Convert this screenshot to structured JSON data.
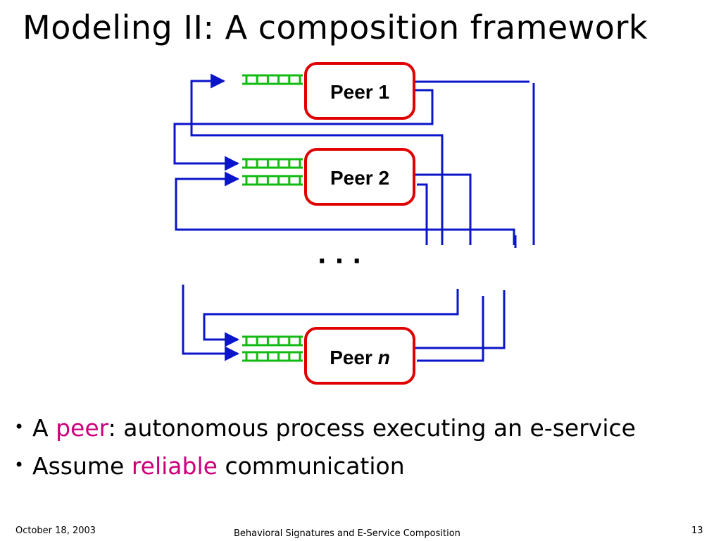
{
  "slide": {
    "title": "Modeling II: A composition framework"
  },
  "diagram": {
    "peers": [
      {
        "label": "Peer",
        "index": "1",
        "italic_index": false
      },
      {
        "label": "Peer",
        "index": "2",
        "italic_index": false
      },
      {
        "label": "Peer",
        "index": "n",
        "italic_index": true
      }
    ],
    "ellipsis": "· · ·",
    "colors": {
      "peer_border": "#e00000",
      "wire": "#0a14c8",
      "queue": "#11bb11"
    }
  },
  "bullets": [
    {
      "pre": "A ",
      "highlight": "peer",
      "post": ": autonomous process executing an e-service"
    },
    {
      "pre": "Assume ",
      "highlight": "reliable",
      "post": " communication"
    }
  ],
  "footer": {
    "date": "October 18, 2003",
    "title": "Behavioral Signatures and E-Service Composition",
    "page": "13"
  }
}
